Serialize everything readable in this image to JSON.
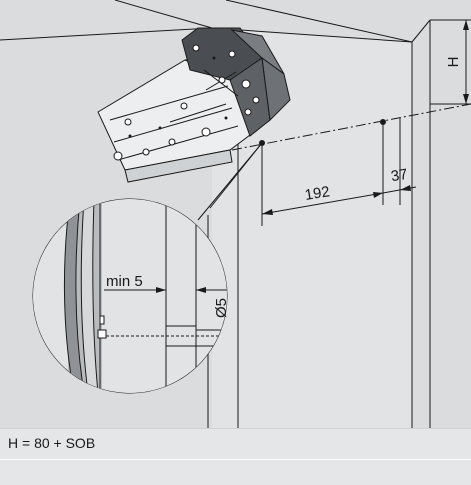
{
  "diagram": {
    "labels": {
      "height": "H",
      "spacing": "192",
      "offset": "37",
      "min_distance": "min 5",
      "hole_diameter": "Ø5"
    }
  },
  "caption": {
    "formula": "H = 80 + SOB"
  },
  "colors": {
    "panel_background": "#dadcdd",
    "caption_bar": "#e5e6e8",
    "line": "#1a1a1a",
    "fitting_light": "#eceeef",
    "fitting_dark": "#4a4d52"
  }
}
